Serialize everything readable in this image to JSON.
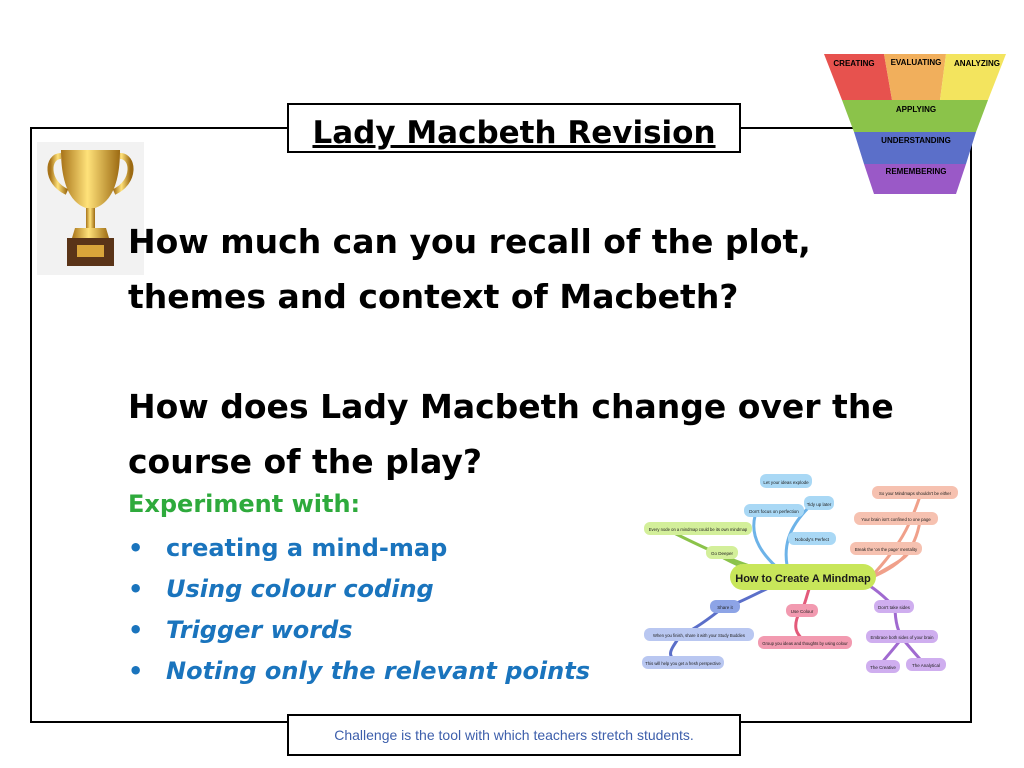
{
  "slide": {
    "title": "Lady Macbeth Revision",
    "question1_line1": "How much can you recall of the plot,",
    "question1_line2": "themes and context of Macbeth?",
    "question2_line1": "How does Lady Macbeth change over the",
    "question2_line2": "course of the play?",
    "experiment_heading": "Experiment with:",
    "bullets": [
      "creating a mind-map",
      "Using  colour coding",
      "Trigger words",
      "Noting only the relevant points"
    ],
    "bullet_glyph": "•",
    "footer": "Challenge is the tool with which teachers stretch students."
  },
  "colors": {
    "experiment_green": "#2eaa3c",
    "bullet_blue": "#1a74bd",
    "footer_blue": "#3c5eab"
  },
  "bloom": {
    "creating": "CREATING",
    "evaluating": "EVALUATING",
    "analyzing": "ANALYZING",
    "applying": "APPLYING",
    "understanding": "UNDERSTANDING",
    "remembering": "REMEMBERING"
  },
  "mindmap": {
    "center": "How to Create A Mindmap",
    "nodes": [
      "Let your ideas explode",
      "Tidy up later",
      "Don't focus on perfection",
      "Nobody's Perfect",
      "Every node on a mindmap could be its own mindmap",
      "Go Deeper",
      "So your Mindmaps shouldn't be either",
      "Your brain isn't confined to one page",
      "Break the 'on the page' mentality",
      "Share it",
      "When you finish, share it with your Study Buddies",
      "This will help you get a fresh perspective",
      "Use Colour",
      "Group you ideas and thoughts by using colour",
      "Don't take sides",
      "Embrace both sides of your brain",
      "The Creative",
      "The Analytical"
    ]
  },
  "icons": {
    "trophy": "trophy-icon"
  }
}
